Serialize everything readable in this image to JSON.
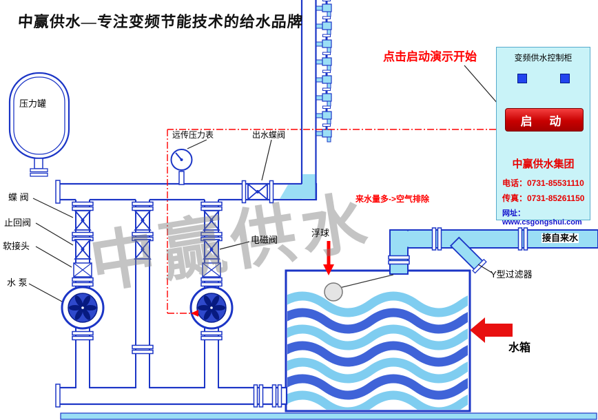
{
  "title": "中赢供水—专注变频节能技术的给水品牌",
  "watermark": "中赢供水",
  "colors": {
    "pipe_blue": "#1b35c6",
    "water_cyan": "#9adef5",
    "wave_light": "#7fcdf0",
    "wave_dark": "#3f63d8",
    "accent_red": "#ff0000",
    "button_red": "#c80000",
    "panel_bg": "#c9f3f8"
  },
  "labels": {
    "pressure_tank": "压力罐",
    "remote_gauge": "远传压力表",
    "outlet_valve": "出水蝶阀",
    "butterfly_valve": "蝶 阀",
    "check_valve": "止回阀",
    "flex_joint": "软接头",
    "pump": "水 泵",
    "solenoid_valve": "电磁阀",
    "float_ball": "浮球",
    "air_exhaust": "来水量多->空气排除",
    "tap_water": "接自来水",
    "y_filter": "Y型过滤器",
    "water_tank": "水箱",
    "click_start": "点击启动演示开始"
  },
  "panel": {
    "title": "变频供水控制柜",
    "start_button": "启 动",
    "company": "中赢供水集团",
    "phone": "电话：0731-85531110",
    "fax": "传真：0731-85261150",
    "website": "网址：www.csgongshui.com"
  }
}
